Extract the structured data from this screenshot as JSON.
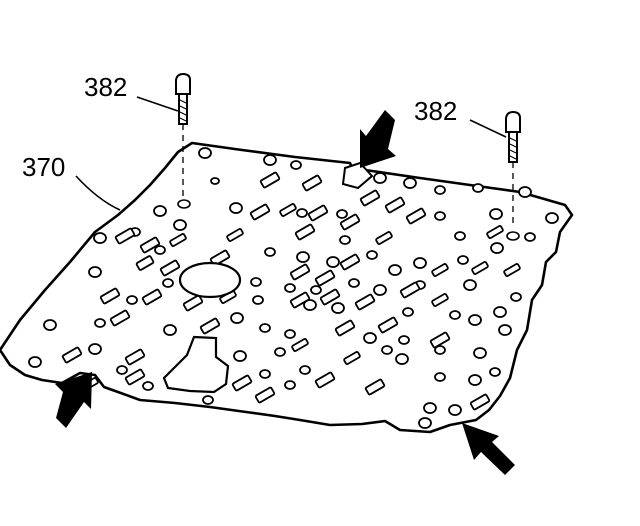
{
  "diagram": {
    "callouts": {
      "plate": "370",
      "bolt_left": "382",
      "bolt_right": "382"
    },
    "colors": {
      "line": "#000000",
      "background": "#ffffff"
    },
    "icons": [
      "arrow-icon",
      "bolt-icon"
    ]
  }
}
